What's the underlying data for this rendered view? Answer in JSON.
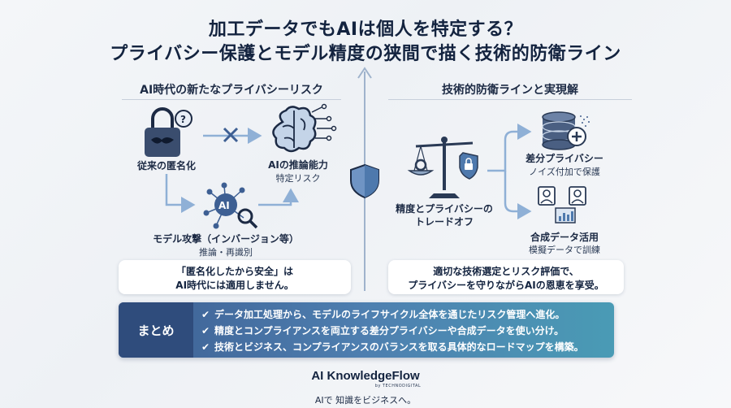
{
  "title": {
    "line1": "加工データでもAIは個人を特定する？",
    "line2": "プライバシー保護とモデル精度の狭間で描く技術的防衛ライン"
  },
  "left": {
    "heading": "AI時代の新たなプライバシーリスク",
    "node_anonymization": "従来の匿名化",
    "node_inference_title": "AIの推論能力",
    "node_inference_sub": "特定リスク",
    "node_attack_title": "モデル攻撃（インバージョン等）",
    "node_attack_sub": "推論・再識別",
    "note_line1": "「匿名化したから安全」は",
    "note_line2": "AI時代には適用しません。"
  },
  "right": {
    "heading": "技術的防衛ラインと実現解",
    "node_tradeoff_line1": "精度とプライバシーの",
    "node_tradeoff_line2": "トレードオフ",
    "node_dp_title": "差分プライバシー",
    "node_dp_sub": "ノイズ付加で保護",
    "node_synth_title": "合成データ活用",
    "node_synth_sub": "模擬データで訓練",
    "note_line1": "適切な技術選定とリスク評価で、",
    "note_line2": "プライバシーを守りながらAIの恩恵を享受。"
  },
  "summary": {
    "label": "まとめ",
    "items": [
      "データ加工処理から、モデルのライフサイクル全体を通じたリスク管理へ進化。",
      "精度とコンプライアンスを両立する差分プライバシーや合成データを使い分け。",
      "技術とビジネス、コンプライアンスのバランスを取る具体的なロードマップを構築。"
    ]
  },
  "brand": {
    "name": "AI KnowledgeFlow",
    "by": "by TECHNODIGITAL",
    "tagline": "AIで 知識をビジネスへ。"
  },
  "icons": {
    "lock": "lock-icon",
    "brain": "brain-icon",
    "ai_network": "ai-network-icon",
    "shield": "shield-icon",
    "scale": "scale-icon",
    "database": "database-icon",
    "synthetic": "synthetic-data-icon"
  },
  "colors": {
    "navy": "#13233f",
    "accent_blue": "#3d5f93",
    "teal": "#4a9bb5",
    "arrow": "#8fb0d6"
  }
}
